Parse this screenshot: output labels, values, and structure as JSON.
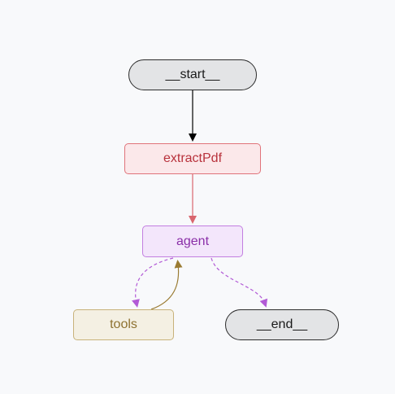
{
  "diagram": {
    "nodes": {
      "start": {
        "label": "__start__"
      },
      "extract": {
        "label": "extractPdf"
      },
      "agent": {
        "label": "agent"
      },
      "tools": {
        "label": "tools"
      },
      "end": {
        "label": "__end__"
      }
    },
    "edges": [
      {
        "from": "__start__",
        "to": "extractPdf",
        "style": "solid",
        "color": "#000000"
      },
      {
        "from": "extractPdf",
        "to": "agent",
        "style": "solid",
        "color": "#d9666e"
      },
      {
        "from": "agent",
        "to": "tools",
        "style": "dashed",
        "color": "#b25ad6"
      },
      {
        "from": "agent",
        "to": "__end__",
        "style": "dashed",
        "color": "#b25ad6"
      },
      {
        "from": "tools",
        "to": "agent",
        "style": "solid",
        "color": "#9a7b32"
      }
    ],
    "colors": {
      "background": "#f8f9fb",
      "start_end_fill": "#e3e4e6",
      "extract_fill": "#fbe8ea",
      "agent_fill": "#f3e6fb",
      "tools_fill": "#f4f0e3"
    }
  }
}
